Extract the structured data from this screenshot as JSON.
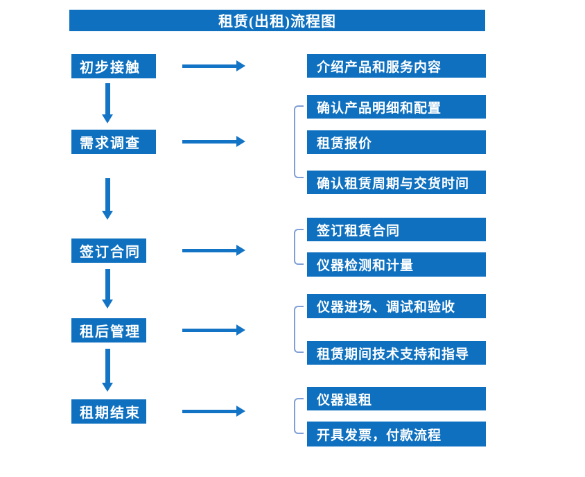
{
  "title": "租赁(出租)流程图",
  "colors": {
    "box_blue": "#0e70bf",
    "arrow_blue": "#1374c6",
    "bracket_blue": "#7f9fd6",
    "text_white": "#ffffff"
  },
  "steps": [
    {
      "label": "初步接触",
      "details": [
        "介绍产品和服务内容"
      ]
    },
    {
      "label": "需求调查",
      "details": [
        "确认产品明细和配置",
        "租赁报价",
        "确认租赁周期与交货时间"
      ]
    },
    {
      "label": "签订合同",
      "details": [
        "签订租赁合同",
        "仪器检测和计量"
      ]
    },
    {
      "label": "租后管理",
      "details": [
        "仪器进场、调试和验收",
        "租赁期间技术支持和指导"
      ]
    },
    {
      "label": "租期结束",
      "details": [
        "仪器退租",
        "开具发票，付款流程"
      ]
    }
  ]
}
